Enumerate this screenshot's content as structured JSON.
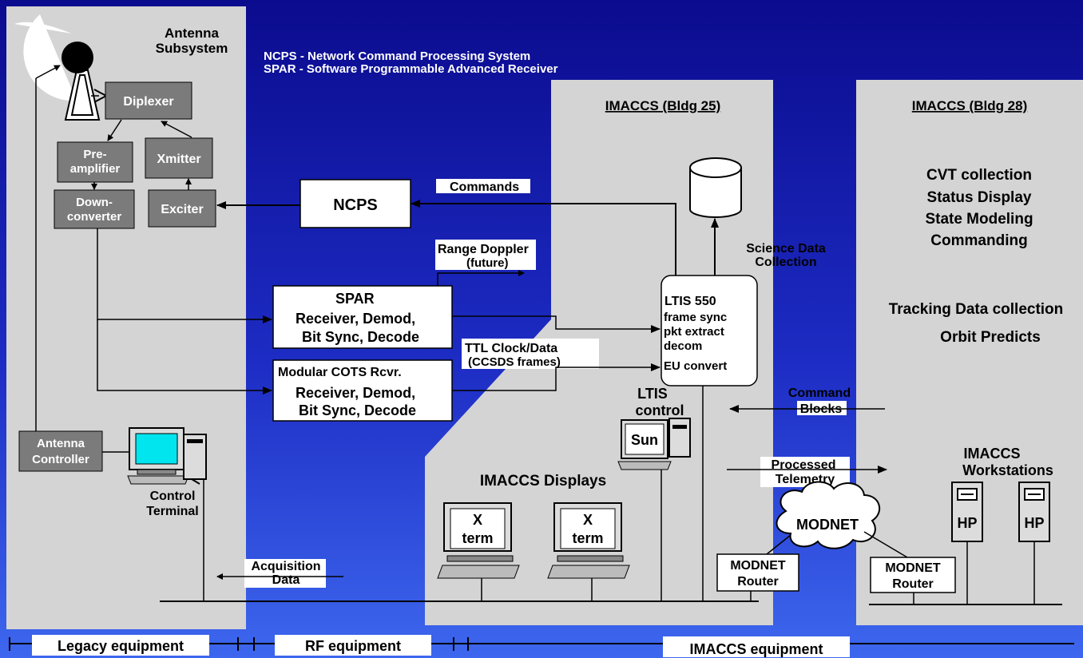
{
  "notes": {
    "ncps_def": "NCPS - Network Command Processing System",
    "spar_def": "SPAR - Software Programmable Advanced Receiver"
  },
  "antenna": {
    "title1": "Antenna",
    "title2": "Subsystem",
    "diplexer": "Diplexer",
    "preamp1": "Pre-",
    "preamp2": "amplifier",
    "xmitter": "Xmitter",
    "down1": "Down-",
    "down2": "converter",
    "exciter": "Exciter",
    "controller1": "Antenna",
    "controller2": "Controller",
    "terminal1": "Control",
    "terminal2": "Terminal"
  },
  "ncps": "NCPS",
  "labels": {
    "commands": "Commands",
    "range_doppler": "Range Doppler",
    "future": "(future)",
    "ttl1": "TTL Clock/Data",
    "ttl2": "(CCSDS frames)",
    "acq1": "Acquisition",
    "acq2": "Data",
    "science1": "Science Data",
    "science2": "Collection",
    "cmd_blocks1": "Command",
    "cmd_blocks2": "Blocks",
    "proc1": "Processed",
    "proc2": "Telemetry"
  },
  "spar": {
    "title": "SPAR",
    "line1": "Receiver, Demod,",
    "line2": "Bit Sync, Decode"
  },
  "cots": {
    "title": "Modular COTS Rcvr.",
    "line1": "Receiver, Demod,",
    "line2": "Bit Sync, Decode"
  },
  "bldg25": {
    "title": "IMACCS (Bldg 25)",
    "ltis_title": "LTIS 550",
    "ltis_items": [
      "frame sync",
      "pkt extract",
      "decom",
      "EU convert"
    ],
    "ltis_control1": "LTIS",
    "ltis_control2": "control",
    "sun": "Sun",
    "displays": "IMACCS Displays",
    "xterm1": "X",
    "xterm2": "term"
  },
  "bldg28": {
    "title": "IMACCS (Bldg 28)",
    "functions": [
      "CVT collection",
      "Status Display",
      "State Modeling",
      "Commanding"
    ],
    "tracking": "Tracking Data collection",
    "orbit": "Orbit Predicts",
    "ws1": "IMACCS",
    "ws2": "Workstations",
    "hp": "HP"
  },
  "modnet": {
    "cloud": "MODNET",
    "router1": "MODNET",
    "router2": "Router"
  },
  "footer": {
    "legacy": "Legacy equipment",
    "rf": "RF equipment",
    "imaccs": "IMACCS equipment"
  },
  "colors": {
    "bg_top": "#0b0b8e",
    "bg_bottom": "#3d67ee",
    "panel": "#d4d4d4",
    "box_dark": "#7b7b7b"
  }
}
